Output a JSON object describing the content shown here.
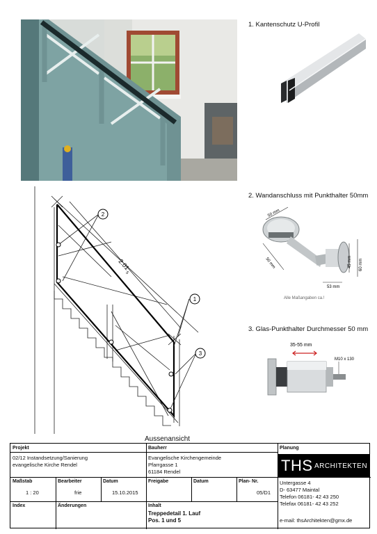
{
  "sections": {
    "kantenschutz": "1. Kantenschutz U-Profil",
    "wandanschluss": "2. Wandanschluss mit Punkthalter 50mm",
    "glas_punkthalter": "3. Glas-Punkthalter Durchmesser 50 mm"
  },
  "drawing": {
    "view_label": "Aussenansicht",
    "dimension": "2.01",
    "dimension_sub": "5",
    "callouts": [
      "1",
      "2",
      "3"
    ]
  },
  "bracket": {
    "dims": [
      "50 mm",
      "50 mm",
      "45 mm",
      "60 mm",
      "53 mm"
    ],
    "note": "Alle Maßangaben ca.!"
  },
  "glass_holder": {
    "range": "35-55 mm",
    "thread": "M10 x 130"
  },
  "title_block": {
    "projekt_label": "Projekt",
    "projekt_lines": [
      "02/12 Instandsetzung/Sanierung",
      "evangelische Kirche Rendel"
    ],
    "bauherr_label": "Bauherr",
    "bauherr_lines": [
      "Evangelische Kirchengemeinde",
      "Pfarrgasse 1",
      "61184 Rendel"
    ],
    "planung_label": "Planung",
    "firm_big": "THS",
    "firm_small": "ARCHITEKTEN",
    "massstab_label": "Maßstab",
    "massstab": "1 : 20",
    "bearbeiter_label": "Bearbeiter",
    "bearbeiter": "frie",
    "datum_label": "Datum",
    "datum": "15.10.2015",
    "freigabe_label": "Freigabe",
    "freigabe": "",
    "datum2_label": "Datum",
    "datum2": "",
    "plan_nr_label": "Plan- Nr.",
    "plan_nr": "05/D1",
    "address_lines": [
      "Untergasse 4",
      "D- 63477 Maintal",
      "Telefon 06181- 42 43 250",
      "Telefax 06181- 42 43 252"
    ],
    "index_label": "Index",
    "index": "",
    "aenderungen_label": "Änderungen",
    "aenderungen": "",
    "inhalt_label": "Inhalt",
    "inhalt_lines": [
      "Treppedetail 1. Lauf",
      "Pos. 1 und 5"
    ],
    "email": "e-mail: thsArchitekten@gmx.de"
  },
  "colors": {
    "railing": "#6f9293",
    "wall": "#e9e9e6",
    "window_frame": "#a04a33",
    "arrow": "#d22020"
  }
}
